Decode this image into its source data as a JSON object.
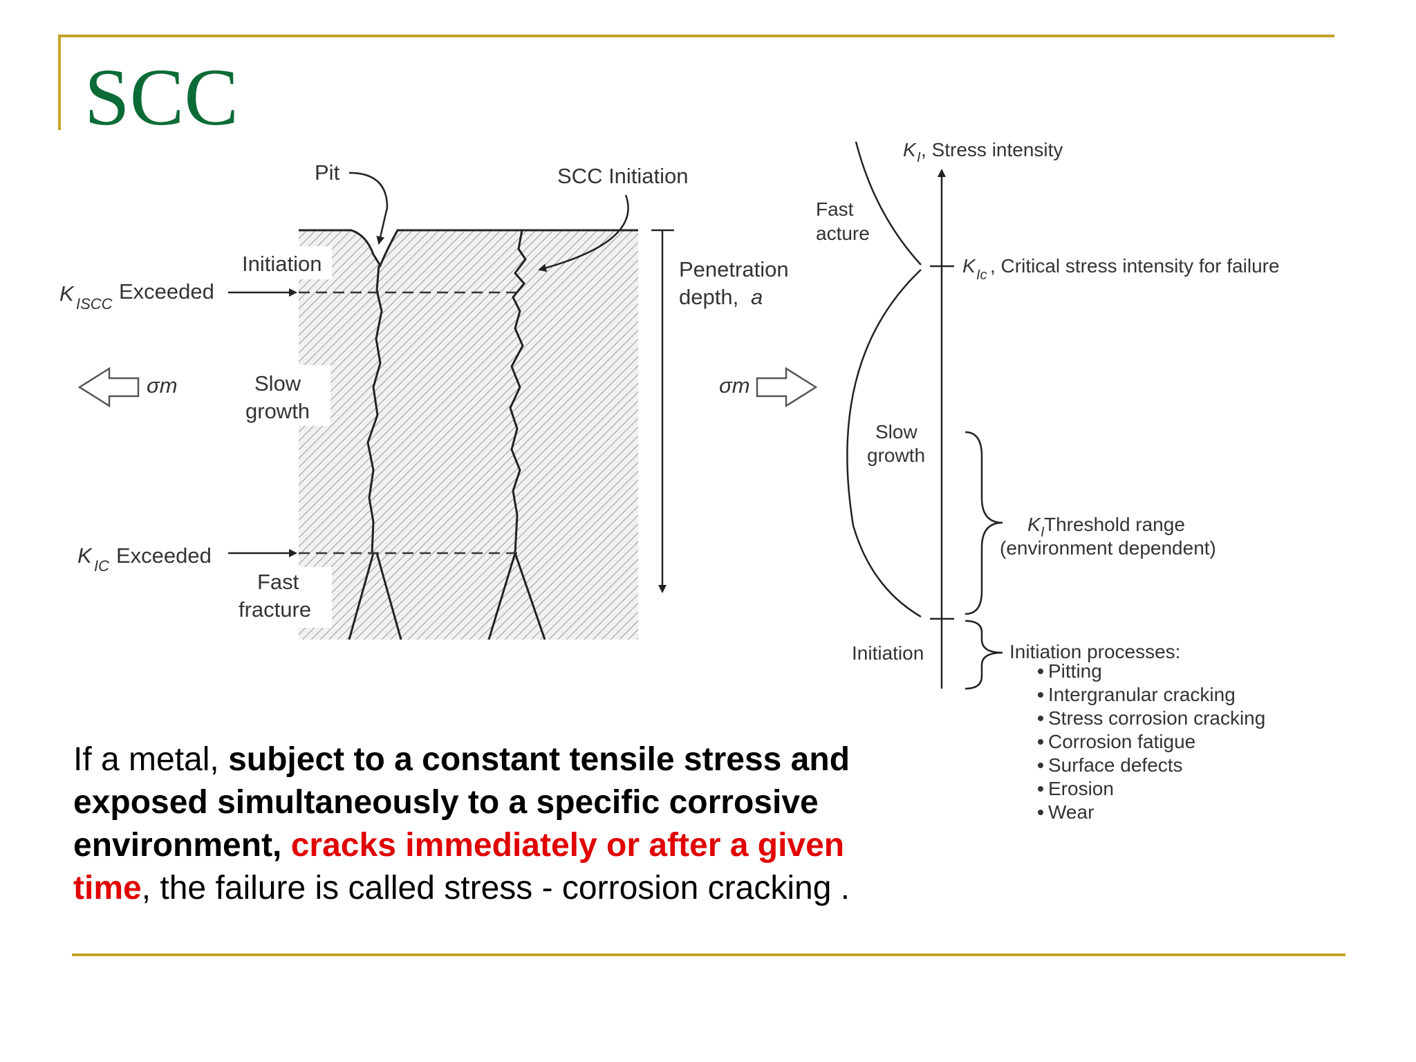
{
  "slide": {
    "title": "SCC",
    "accent_color": "#c6a12a",
    "title_color": "#0b6b36"
  },
  "left_diagram": {
    "pit": "Pit",
    "scc_initiation": "SCC Initiation",
    "initiation": "Initiation",
    "kiscc_k": "K",
    "kiscc_sub": "ISCC",
    "kiscc_exceeded": "Exceeded",
    "sigma_m": "σm",
    "slow_growth_1": "Slow",
    "slow_growth_2": "growth",
    "kic_k": "K",
    "kic_sub": "IC",
    "kic_exceeded": "Exceeded",
    "fast_fracture_1": "Fast",
    "fast_fracture_2": "fracture",
    "penetration_1": "Penetration",
    "penetration_2": "depth,",
    "penetration_a": "a"
  },
  "right_diagram": {
    "axis_k": "K",
    "axis_sub": "I",
    "axis_label": ", Stress intensity",
    "fast_fracture_1": "Fast",
    "fast_fracture_2": "acture",
    "kic_k": "K",
    "kic_sub": "Ic",
    "kic_label": ", Critical stress intensity for failure",
    "slow_growth_1": "Slow",
    "slow_growth_2": "growth",
    "threshold_k": "K",
    "threshold_sub": "I",
    "threshold_label": " Threshold range",
    "threshold_sub_label": "(environment dependent)",
    "initiation": "Initiation",
    "processes_title": "Initiation processes:",
    "processes": [
      "Pitting",
      "Intergranular cracking",
      "Stress corrosion cracking",
      "Corrosion fatigue",
      "Surface defects",
      "Erosion",
      "Wear"
    ]
  },
  "body": {
    "part1": "If a metal, ",
    "part2": "subject to a constant tensile stress and exposed simultaneously to a specific corrosive environment,",
    "part3": " ",
    "part4": "cracks immediately or after a given time",
    "part5": ", the failure is called stress - corrosion cracking ."
  }
}
